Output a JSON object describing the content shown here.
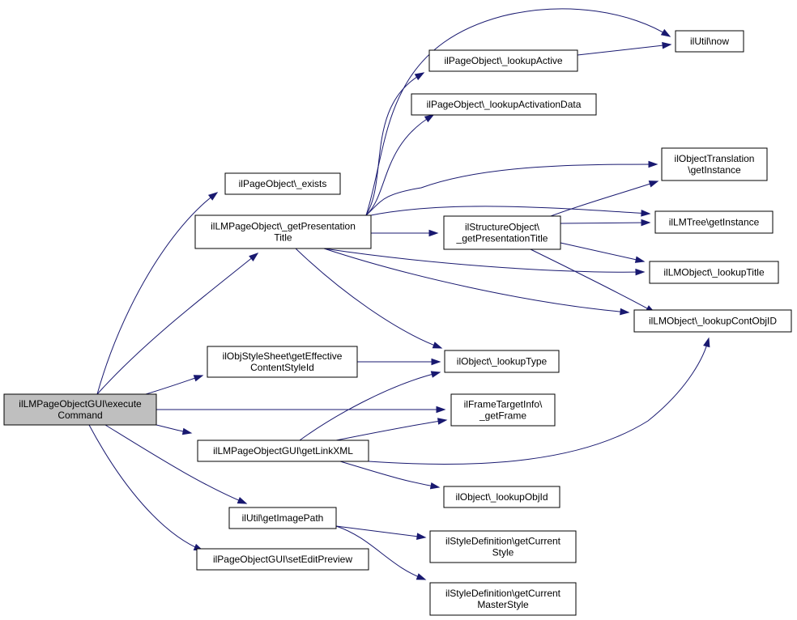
{
  "diagram": {
    "type": "call-graph",
    "colors": {
      "edge": "#191970",
      "root_fill": "#bfbfbf",
      "node_fill": "#ffffff",
      "border": "#000000"
    },
    "nodes": [
      {
        "id": "root",
        "lines": [
          "ilLMPageObjectGUI\\execute",
          "Command"
        ]
      },
      {
        "id": "n1",
        "lines": [
          "ilPageObject\\_exists"
        ]
      },
      {
        "id": "n2",
        "lines": [
          "ilLMPageObject\\_getPresentation",
          "Title"
        ]
      },
      {
        "id": "n3",
        "lines": [
          "ilObjStyleSheet\\getEffective",
          "ContentStyleId"
        ]
      },
      {
        "id": "n4",
        "lines": [
          "ilLMPageObjectGUI\\getLinkXML"
        ]
      },
      {
        "id": "n5",
        "lines": [
          "ilUtil\\getImagePath"
        ]
      },
      {
        "id": "n6",
        "lines": [
          "ilPageObjectGUI\\setEditPreview"
        ]
      },
      {
        "id": "n7",
        "lines": [
          "ilPageObject\\_lookupActive"
        ]
      },
      {
        "id": "n8",
        "lines": [
          "ilPageObject\\_lookupActivationData"
        ]
      },
      {
        "id": "n9",
        "lines": [
          "ilStructureObject\\",
          "_getPresentationTitle"
        ]
      },
      {
        "id": "n10",
        "lines": [
          "ilObject\\_lookupType"
        ]
      },
      {
        "id": "n11",
        "lines": [
          "ilFrameTargetInfo\\",
          "_getFrame"
        ]
      },
      {
        "id": "n12",
        "lines": [
          "ilObject\\_lookupObjId"
        ]
      },
      {
        "id": "n13",
        "lines": [
          "ilStyleDefinition\\getCurrent",
          "Style"
        ]
      },
      {
        "id": "n14",
        "lines": [
          "ilStyleDefinition\\getCurrent",
          "MasterStyle"
        ]
      },
      {
        "id": "n15",
        "lines": [
          "ilUtil\\now"
        ]
      },
      {
        "id": "n16",
        "lines": [
          "ilObjectTranslation",
          "\\getInstance"
        ]
      },
      {
        "id": "n17",
        "lines": [
          "ilLMTree\\getInstance"
        ]
      },
      {
        "id": "n18",
        "lines": [
          "ilLMObject\\_lookupTitle"
        ]
      },
      {
        "id": "n19",
        "lines": [
          "ilLMObject\\_lookupContObjID"
        ]
      }
    ],
    "edges": [
      {
        "from": "root",
        "to": "n1"
      },
      {
        "from": "root",
        "to": "n2"
      },
      {
        "from": "root",
        "to": "n3"
      },
      {
        "from": "root",
        "to": "n11"
      },
      {
        "from": "root",
        "to": "n4"
      },
      {
        "from": "root",
        "to": "n5"
      },
      {
        "from": "root",
        "to": "n6"
      },
      {
        "from": "n2",
        "to": "n15"
      },
      {
        "from": "n2",
        "to": "n7"
      },
      {
        "from": "n2",
        "to": "n8"
      },
      {
        "from": "n2",
        "to": "n16"
      },
      {
        "from": "n2",
        "to": "n17"
      },
      {
        "from": "n2",
        "to": "n9"
      },
      {
        "from": "n2",
        "to": "n18"
      },
      {
        "from": "n2",
        "to": "n19"
      },
      {
        "from": "n2",
        "to": "n10"
      },
      {
        "from": "n7",
        "to": "n15"
      },
      {
        "from": "n9",
        "to": "n16"
      },
      {
        "from": "n9",
        "to": "n17"
      },
      {
        "from": "n9",
        "to": "n18"
      },
      {
        "from": "n9",
        "to": "n19"
      },
      {
        "from": "n3",
        "to": "n10"
      },
      {
        "from": "n4",
        "to": "n10"
      },
      {
        "from": "n4",
        "to": "n11"
      },
      {
        "from": "n4",
        "to": "n19"
      },
      {
        "from": "n4",
        "to": "n12"
      },
      {
        "from": "n5",
        "to": "n13"
      },
      {
        "from": "n5",
        "to": "n14"
      }
    ]
  }
}
